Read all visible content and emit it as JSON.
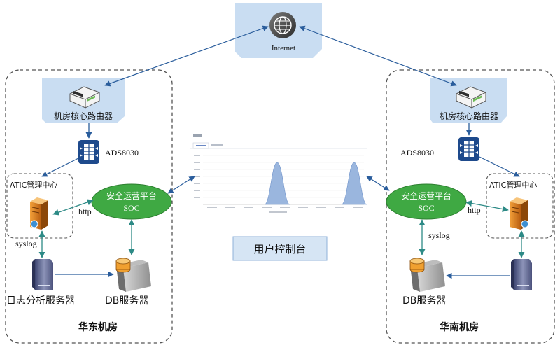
{
  "internet": {
    "label": "Internet",
    "icon": "globe-icon"
  },
  "east": {
    "region_label": "华东机房",
    "router_label": "机房核心路由器",
    "ads_label": "ADS8030",
    "atic_label": "ATIC管理中心",
    "soc_line1": "安全运营平台",
    "soc_line2": "SOC",
    "http_label": "http",
    "syslog_label": "syslog",
    "log_server_label": "日志分析服务器",
    "db_label": "DB服务器"
  },
  "south": {
    "region_label": "华南机房",
    "router_label": "机房核心路由器",
    "ads_label": "ADS8030",
    "atic_label": "ATIC管理中心",
    "soc_line1": "安全运营平台",
    "soc_line2": "SOC",
    "http_label": "http",
    "syslog_label": "syslog",
    "db_label": "DB服务器"
  },
  "console": {
    "label": "用户控制台"
  },
  "colors": {
    "panel_blue": "#c9ddf2",
    "soc_green": "#3fa943",
    "arrow_blue": "#2a5d9c",
    "arrow_teal": "#2d8a86",
    "dash_gray": "#555555",
    "chart_peak": "#9ab6de"
  }
}
